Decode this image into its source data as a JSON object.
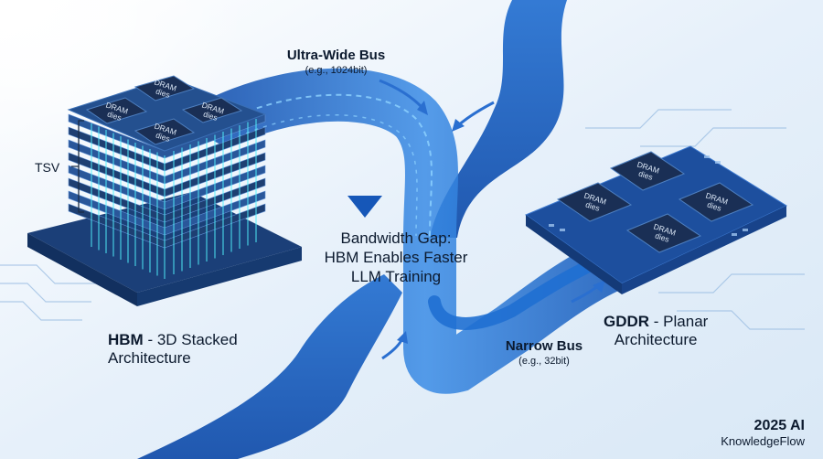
{
  "hbm": {
    "name": "HBM",
    "title_rest": " - 3D Stacked",
    "title_line2": "Architecture",
    "tsv_label": "TSV"
  },
  "gddr": {
    "name": "GDDR",
    "title_rest": " - Planar",
    "title_line2": "Architecture"
  },
  "die_label_line1": "DRAM",
  "die_label_line2": "dies",
  "ultra_bus": {
    "label": "Ultra-Wide Bus",
    "example": "(e.g., 1024bit)"
  },
  "narrow_bus": {
    "label": "Narrow Bus",
    "example": "(e.g., 32bit)"
  },
  "center_caption": {
    "line1": "Bandwidth Gap:",
    "line2": "HBM Enables Faster",
    "line3": "LLM Training"
  },
  "branding": {
    "year": "2025 AI",
    "name": "KnowledgeFlow"
  },
  "colors": {
    "accent": "#1f6fd1",
    "cyan": "#3ff0ff",
    "chip": "#1c3a6b",
    "background": "#eaf3fb"
  }
}
